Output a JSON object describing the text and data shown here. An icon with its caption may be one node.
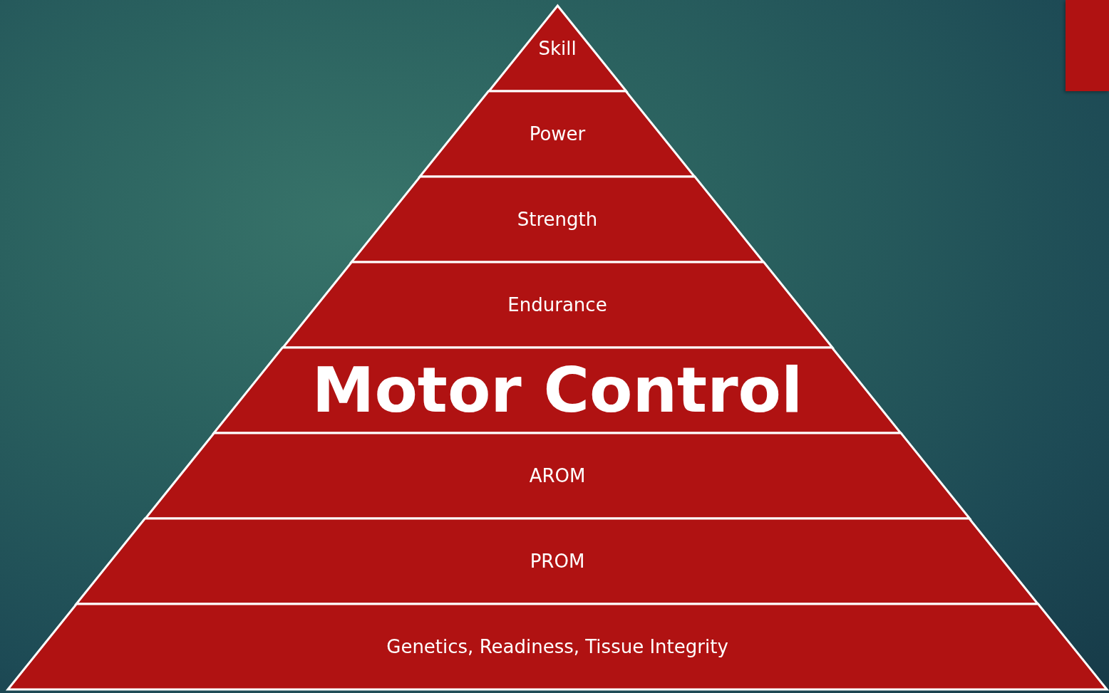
{
  "diagram": {
    "nodes": [
      {
        "text": [
          "Skill"
        ]
      },
      {
        "text": [
          "Power"
        ]
      },
      {
        "text": [
          "Strength"
        ]
      },
      {
        "text": [
          "Endurance"
        ]
      },
      {
        "text": [
          "Motor Control"
        ]
      },
      {
        "text": [
          "AROM"
        ]
      },
      {
        "text": [
          "PROM"
        ]
      },
      {
        "text": [
          "Genetics, Readiness, Tissue Integrity"
        ]
      }
    ]
  }
}
